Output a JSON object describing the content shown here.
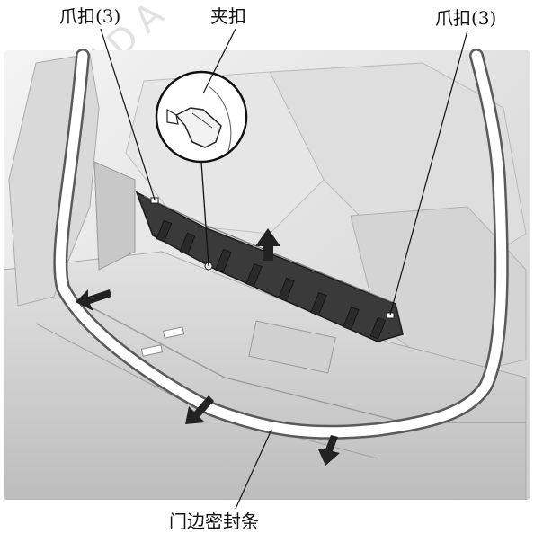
{
  "labels": {
    "claw_left": "爪扣(3)",
    "clip": "夹扣",
    "claw_right": "爪扣(3)",
    "door_seal": "门边密封条"
  },
  "watermark": "HONDA",
  "colors": {
    "part": "#3a3a3a",
    "panel": "#e9e9e9",
    "seal": "#ffffff",
    "line": "#222222"
  }
}
